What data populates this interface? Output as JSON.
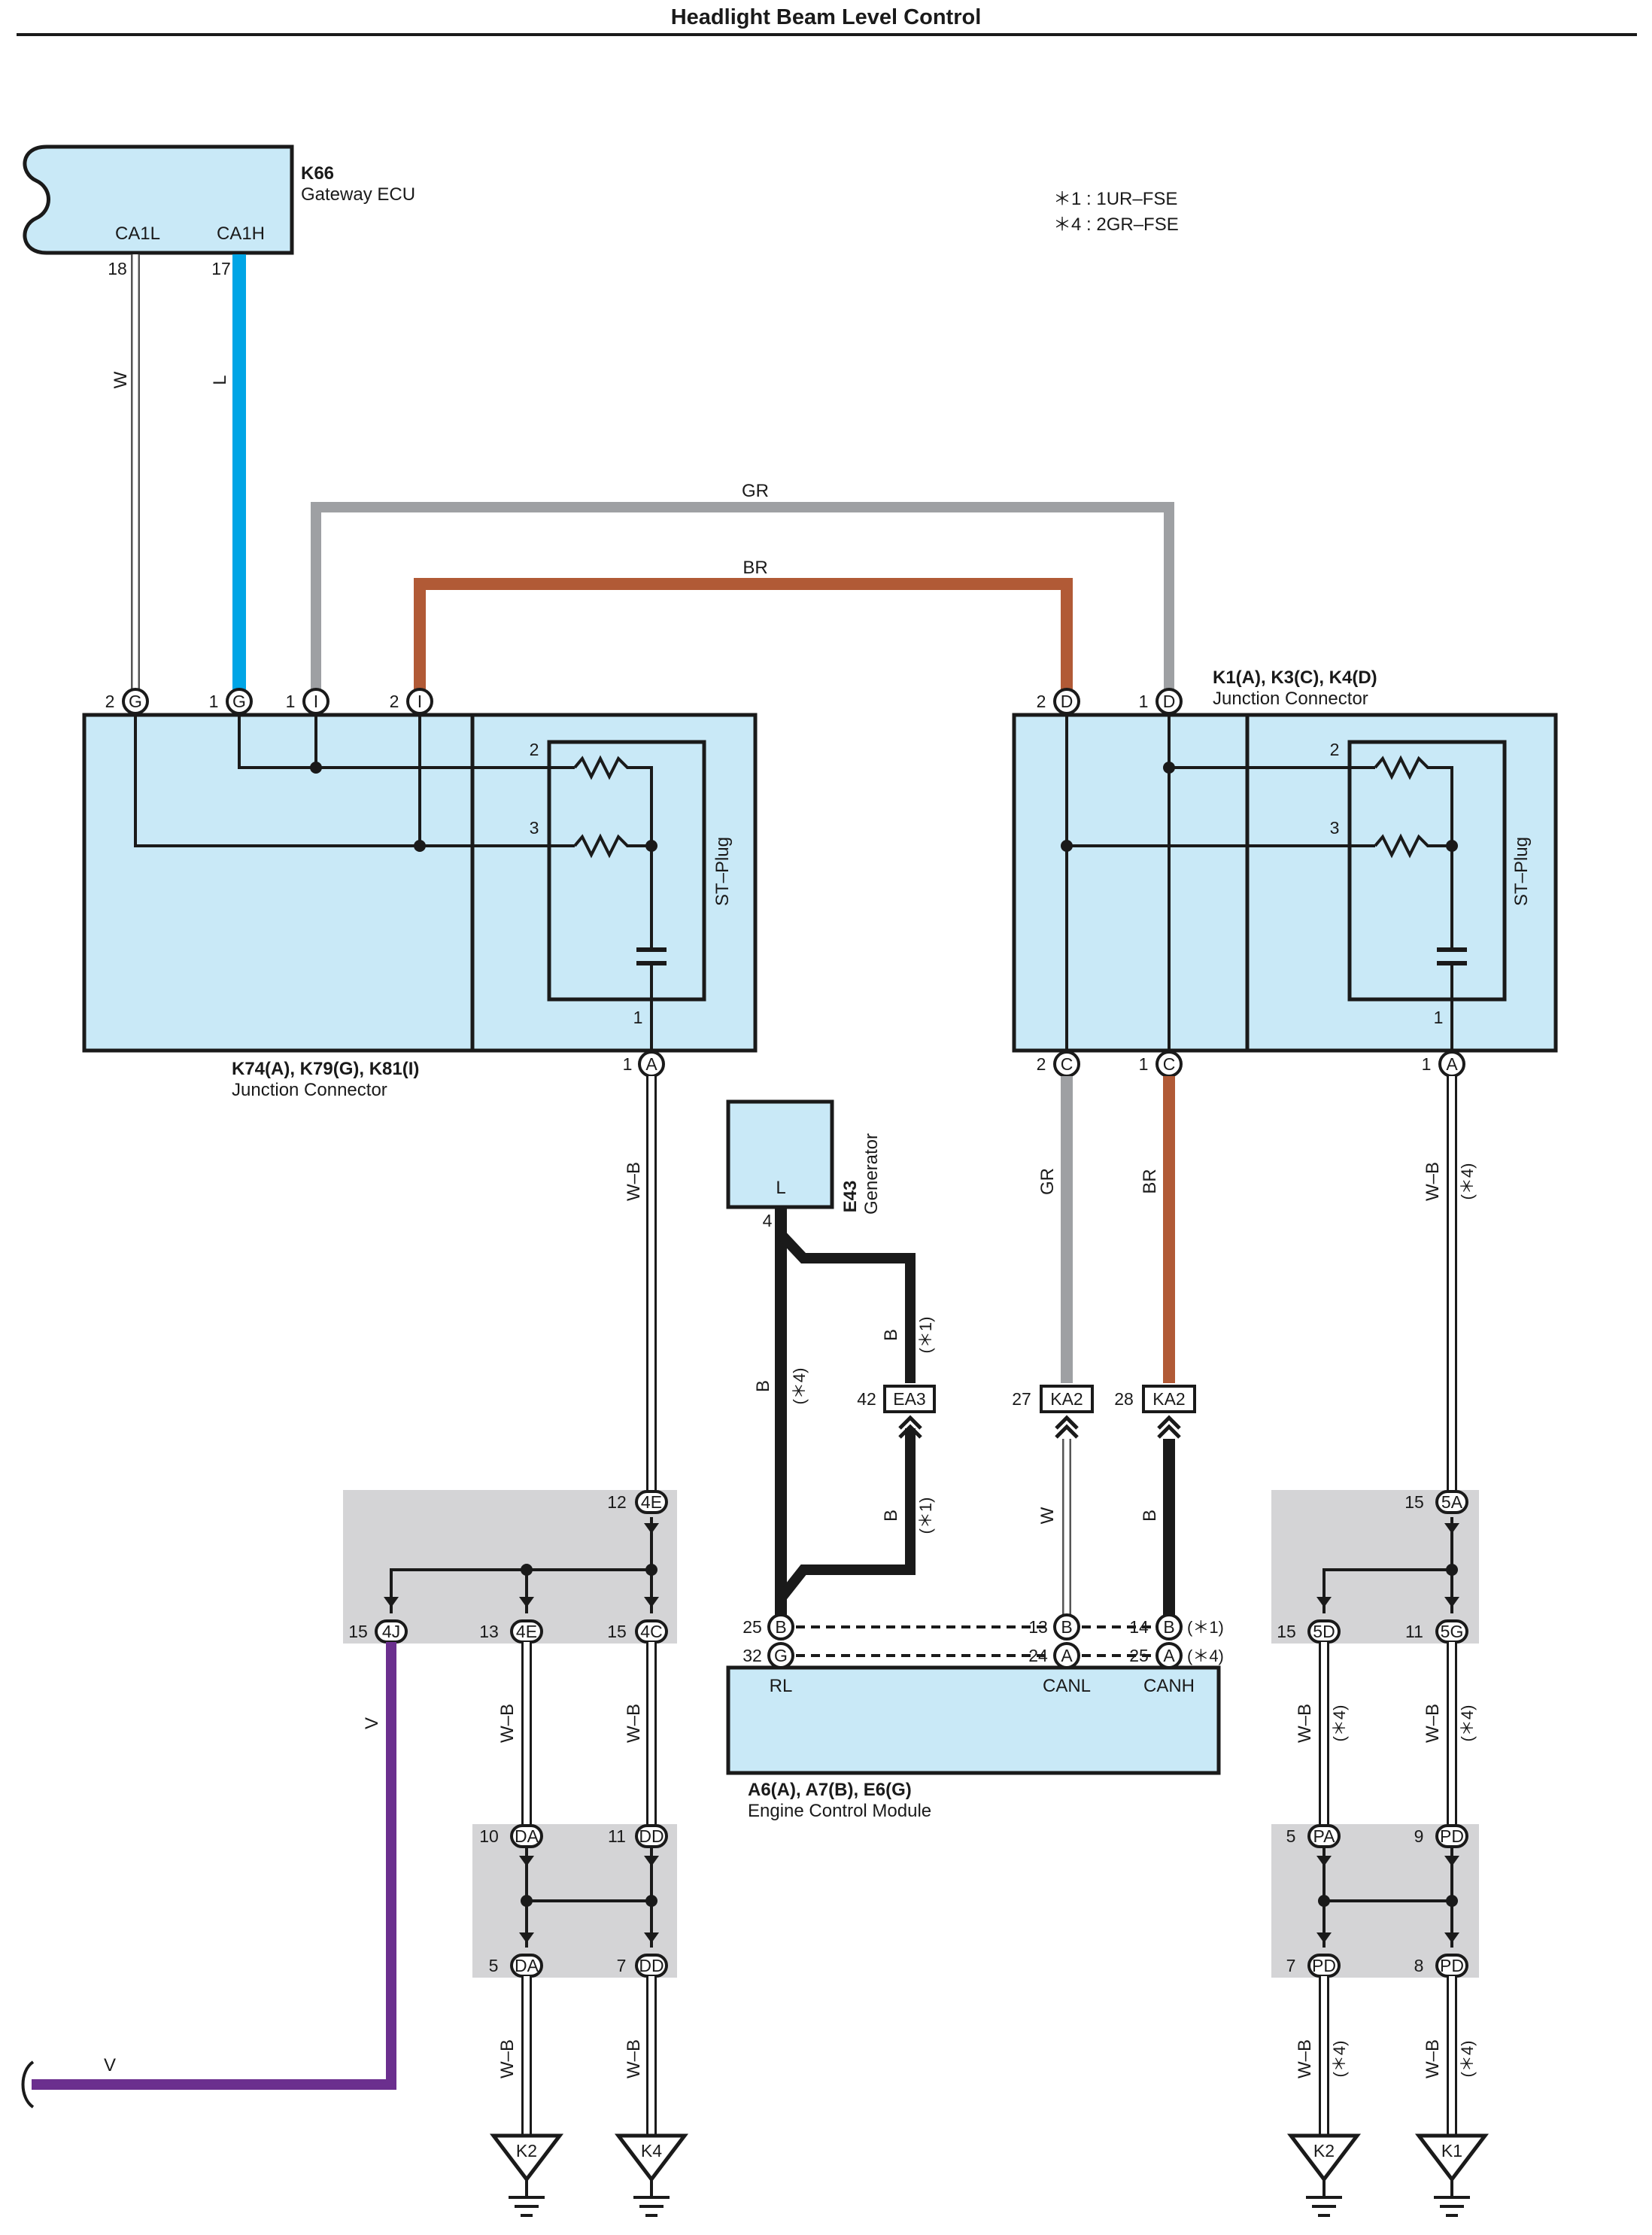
{
  "title": "Headlight Beam Level Control",
  "notes": [
    "＊1 : 1UR–FSE",
    "＊4 : 2GR–FSE"
  ],
  "colors": {
    "L": "#00a5e6",
    "GR": "#9ea0a3",
    "BR": "#b15a36",
    "V": "#6b2f8e",
    "B": "#1a1a1a",
    "W": "#ffffff",
    "box_fill": "#c9e9f7",
    "splice_fill": "#d4d4d6"
  },
  "ecu": {
    "code": "K66",
    "name": "Gateway ECU",
    "pins": [
      {
        "name": "CA1L",
        "num": "18",
        "wire": "W"
      },
      {
        "name": "CA1H",
        "num": "17",
        "wire": "L"
      }
    ]
  },
  "top_wires": {
    "gr": "GR",
    "br": "BR"
  },
  "left_jc": {
    "code": "K74(A), K79(G), K81(I)",
    "name": "Junction Connector",
    "top_pins": [
      {
        "num": "2",
        "letter": "G"
      },
      {
        "num": "1",
        "letter": "G"
      },
      {
        "num": "1",
        "letter": "I"
      },
      {
        "num": "2",
        "letter": "I"
      }
    ],
    "plug_label": "ST–Plug",
    "plug_pins": [
      "2",
      "3",
      "1"
    ],
    "bottom_pin": {
      "num": "1",
      "letter": "A"
    }
  },
  "right_jc": {
    "code": "K1(A), K3(C), K4(D)",
    "name": "Junction Connector",
    "top_pins": [
      {
        "num": "2",
        "letter": "D"
      },
      {
        "num": "1",
        "letter": "D"
      }
    ],
    "plug_label": "ST–Plug",
    "plug_pins": [
      "2",
      "3",
      "1"
    ],
    "bottom_pins": [
      {
        "num": "2",
        "letter": "C"
      },
      {
        "num": "1",
        "letter": "C"
      },
      {
        "num": "1",
        "letter": "A"
      }
    ]
  },
  "generator": {
    "code": "E43",
    "name": "Generator",
    "pin_name": "L",
    "pin_num": "4"
  },
  "connectors": [
    {
      "num": "42",
      "code": "EA3"
    },
    {
      "num": "27",
      "code": "KA2"
    },
    {
      "num": "28",
      "code": "KA2"
    }
  ],
  "wire_labels": {
    "left_main": "W–B",
    "gen_b": "B",
    "gen_note4": "(＊4)",
    "ea3_b": "B",
    "ea3_note1": "(＊1)",
    "canl_gr": "GR",
    "canh_br": "BR",
    "canl_w": "W",
    "canh_b": "B",
    "right_main": "W–B",
    "right_note4": "(＊4)",
    "v": "V",
    "v_end": "V",
    "wb": "W–B",
    "note4": "(＊4)"
  },
  "ecm": {
    "code": "A6(A), A7(B), E6(G)",
    "name": "Engine Control Module",
    "pins": [
      {
        "num": "25",
        "letter": "B"
      },
      {
        "num": "32",
        "letter": "G"
      },
      {
        "num": "13",
        "letter": "B"
      },
      {
        "num": "24",
        "letter": "A"
      },
      {
        "num": "14",
        "letter": "B"
      },
      {
        "num": "25",
        "letter": "A"
      }
    ],
    "pin_notes": [
      "(＊1)",
      "(＊4)"
    ],
    "terminals": [
      "RL",
      "CANL",
      "CANH"
    ]
  },
  "left_splice_1": {
    "pins": [
      {
        "num": "12",
        "code": "4E"
      },
      {
        "num": "15",
        "code": "4J"
      },
      {
        "num": "13",
        "code": "4E"
      },
      {
        "num": "15",
        "code": "4C"
      }
    ]
  },
  "left_splice_2": {
    "pins": [
      {
        "num": "10",
        "code": "DA"
      },
      {
        "num": "11",
        "code": "DD"
      },
      {
        "num": "5",
        "code": "DA"
      },
      {
        "num": "7",
        "code": "DD"
      }
    ]
  },
  "right_splice_1": {
    "pins": [
      {
        "num": "15",
        "code": "5A"
      },
      {
        "num": "15",
        "code": "5D"
      },
      {
        "num": "11",
        "code": "5G"
      }
    ]
  },
  "right_splice_2": {
    "pins": [
      {
        "num": "5",
        "code": "PA"
      },
      {
        "num": "9",
        "code": "PD"
      },
      {
        "num": "7",
        "code": "PD"
      },
      {
        "num": "8",
        "code": "PD"
      }
    ]
  },
  "grounds": [
    "K2",
    "K4",
    "K2",
    "K1"
  ]
}
